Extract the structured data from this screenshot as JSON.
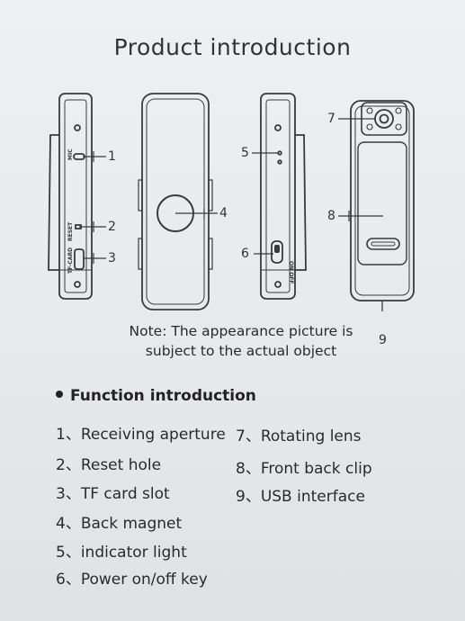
{
  "title": "Product introduction",
  "callouts": [
    "1",
    "2",
    "3",
    "4",
    "5",
    "6",
    "7",
    "8",
    "9"
  ],
  "device_labels": {
    "mic": "MIC",
    "reset": "RESET",
    "tf_card": "TF-CARD",
    "on_off": "ON OFF"
  },
  "note": {
    "line1": "Note: The appearance picture is",
    "line2": "subject to the actual object"
  },
  "section_heading": "Function introduction",
  "functions_left": [
    "1、Receiving aperture",
    "2、Reset hole",
    "3、TF card slot",
    "4、Back magnet",
    "5、indicator light",
    "6、Power on/off key"
  ],
  "functions_right": [
    "7、Rotating lens",
    "8、Front back clip",
    "9、USB interface"
  ]
}
